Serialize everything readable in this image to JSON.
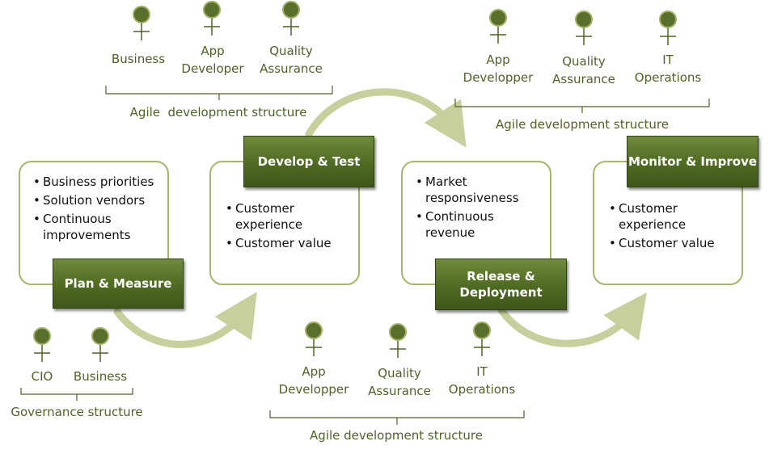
{
  "colors": {
    "text": "#4f6228",
    "stage_fill": "#4f6a22",
    "card_border": "#a6b56a",
    "arrow": "#c7cf9c"
  },
  "people": [
    {
      "name": "business",
      "label": "Business"
    },
    {
      "name": "app-developer",
      "label": "App\nDeveloper"
    },
    {
      "name": "quality-assurance",
      "label": "Quality\nAssurance"
    },
    {
      "name": "app-developper",
      "label": "App\nDevelopper"
    },
    {
      "name": "quality-assurance-2",
      "label": "Quality\nAssurance"
    },
    {
      "name": "it-operations",
      "label": "IT\nOperations"
    },
    {
      "name": "cio",
      "label": "CIO"
    },
    {
      "name": "business-2",
      "label": "Business"
    },
    {
      "name": "app-developper-2",
      "label": "App\nDevelopper"
    },
    {
      "name": "quality-assurance-3",
      "label": "Quality\nAssurance"
    },
    {
      "name": "it-operations-2",
      "label": "IT\nOperations"
    }
  ],
  "groups": [
    {
      "label": "Agile  development structure"
    },
    {
      "label": "Agile development structure"
    },
    {
      "label": "Governance structure"
    },
    {
      "label": "Agile development structure"
    }
  ],
  "stages": [
    {
      "title": "Plan & Measure",
      "bullets": [
        "Business priorities",
        "Solution vendors",
        "Continuous\nimprovements"
      ]
    },
    {
      "title": "Develop & Test",
      "bullets": [
        "Customer\nexperience",
        "Customer value"
      ]
    },
    {
      "title": "Release &\nDeployment",
      "bullets": [
        "Market\nresponsiveness",
        "Continuous\nrevenue"
      ]
    },
    {
      "title": "Monitor & Improve",
      "bullets": [
        "Customer\nexperience",
        "Customer value"
      ]
    }
  ]
}
